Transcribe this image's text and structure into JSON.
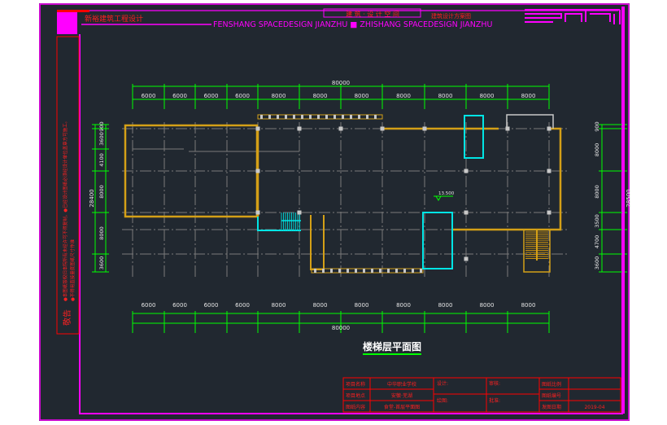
{
  "colors": {
    "background": "#212830",
    "frame": "#ff00ff",
    "titleblock": "#ff0000",
    "dimension": "#00ff00",
    "wall": "#d4a017",
    "stair": "#00e5e5",
    "grid": "#8a8a8a",
    "text": "#e6e6e6"
  },
  "header": {
    "firm_name": "新裕建筑工程设计",
    "slogan": "FENSHANG  SPACEDESIGN JIANZHU ■ ZHISHANG  SPACEDESIGN JIANZHU",
    "box_title": "建 筑 · 设 计 空 间",
    "subtitle": "建筑设计方案图"
  },
  "notice": {
    "title": "敬告",
    "lines": [
      "●本图纸版权归本院所有未经许可不得复制，●已经设计图纸必须经设计单位盖章方可施工。",
      "●不得用直接量度图纸尺寸作准"
    ]
  },
  "drawing": {
    "title": "楼梯层平面图",
    "elevation": "13.500",
    "top_dims": [
      "6000",
      "6000",
      "6000",
      "6000",
      "8000",
      "8000",
      "8000",
      "8000",
      "8000",
      "8000",
      "8000"
    ],
    "top_total": "80000",
    "bottom_dims": [
      "6000",
      "6000",
      "6000",
      "6000",
      "8000",
      "8000",
      "8000",
      "8000",
      "8000",
      "8000",
      "8000"
    ],
    "bottom_total": "80000",
    "left_dims": [
      "900",
      "3600",
      "4100",
      "8000",
      "8000",
      "3600"
    ],
    "left_total": "28400",
    "right_dims": [
      "900",
      "8000",
      "8000",
      "3500",
      "4700",
      "3600"
    ],
    "right_total": "28500"
  },
  "title_block": {
    "rows": [
      {
        "label": "项目名称",
        "value": "中华职业学校"
      },
      {
        "label": "项目地点",
        "value": "安徽·芜湖"
      },
      {
        "label": "图纸内容",
        "value": "食堂-首层平面图"
      }
    ],
    "design_label": "设计:",
    "review_label": "审核:",
    "draw_label": "绘图:",
    "approve_label": "批准:",
    "scale_label": "图纸比例",
    "number_label": "图纸编号",
    "date_label": "发图日期",
    "date_value": "2019-04"
  }
}
